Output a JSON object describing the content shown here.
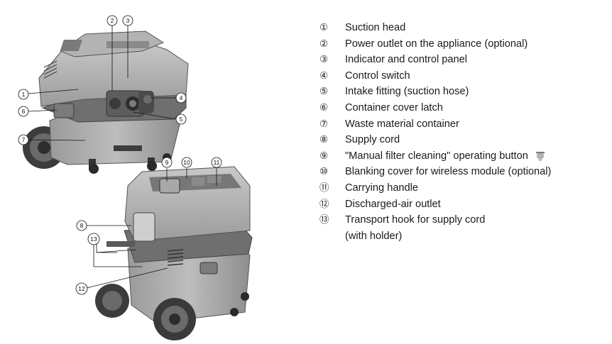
{
  "legend": [
    {
      "num": "①",
      "label": "Suction head"
    },
    {
      "num": "②",
      "label": "Power outlet on the appliance (optional)"
    },
    {
      "num": "③",
      "label": "Indicator and control panel"
    },
    {
      "num": "④",
      "label": "Control switch"
    },
    {
      "num": "⑤",
      "label": "Intake fitting (suction hose)"
    },
    {
      "num": "⑥",
      "label": "Container cover latch"
    },
    {
      "num": "⑦",
      "label": "Waste material container"
    },
    {
      "num": "⑧",
      "label": "Supply cord"
    },
    {
      "num": "⑨",
      "label": "\"Manual filter cleaning\" operating button",
      "icon": "filter-cleaning-icon"
    },
    {
      "num": "⑩",
      "label": "Blanking cover for wireless module (optional)"
    },
    {
      "num": "⑪",
      "label": "Carrying handle"
    },
    {
      "num": "⑫",
      "label": "Discharged-air outlet"
    },
    {
      "num": "⑬",
      "label": "Transport hook for supply cord",
      "label_line2": "(with holder)"
    }
  ],
  "callouts": {
    "c1": "1",
    "c2": "2",
    "c3": "3",
    "c4": "4",
    "c5": "5",
    "c6": "6",
    "c7": "7",
    "c8": "8",
    "c9": "9",
    "c10": "10",
    "c11": "11",
    "c12": "12",
    "c13": "13"
  }
}
